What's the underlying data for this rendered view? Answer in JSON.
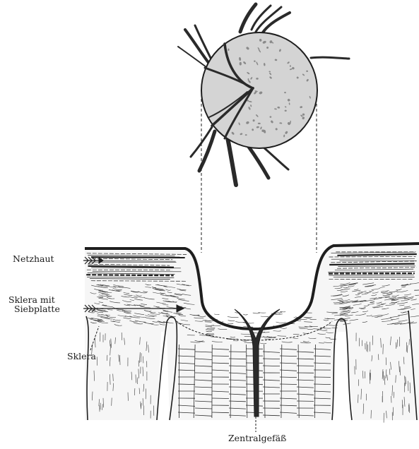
{
  "labels": {
    "netzhaut": "Netzhaut",
    "sklera_mit": "Sklera mit",
    "siebplatte": "Siebplatte",
    "sklera": "Sklera",
    "zentralgefaess": "Zentralgefäß"
  },
  "colors": {
    "ink": "#1e1e1e",
    "disc_fill": "#d4d4d4",
    "disc_spot": "#8a8a8a",
    "vessel": "#2a2a2a",
    "paper": "#ffffff"
  }
}
